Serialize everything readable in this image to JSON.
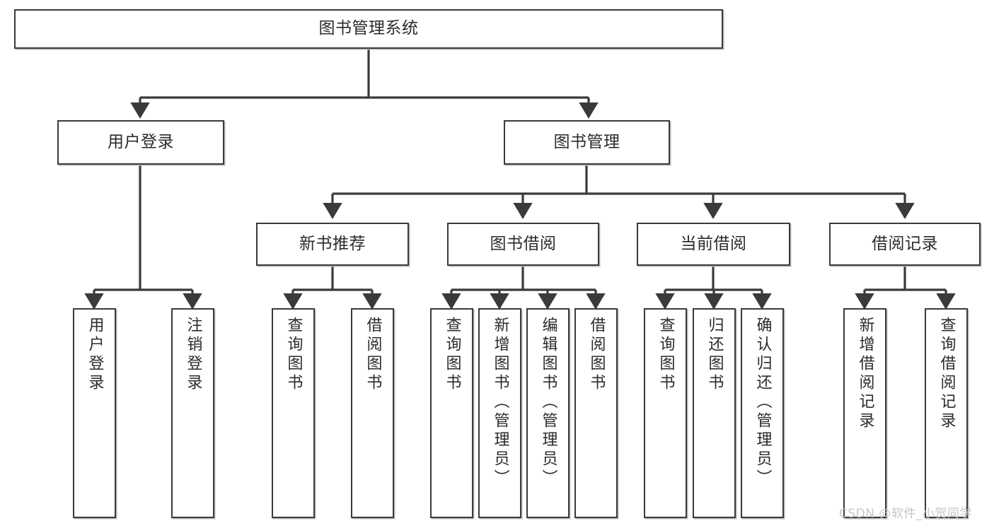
{
  "diagram": {
    "type": "tree-hierarchy",
    "title": "图书管理系统",
    "watermark": "CSDN @软件_小贺同学",
    "colors": {
      "box_border": "#3a3a3a",
      "box_fill": "#ffffff",
      "connector": "#3a3a3a",
      "text": "#2b2b2b",
      "watermark": "#c6c6c6",
      "background": "#ffffff"
    },
    "levels": [
      {
        "level": 1,
        "nodes": [
          {
            "id": "root",
            "label": "图书管理系统",
            "orientation": "horizontal"
          }
        ]
      },
      {
        "level": 2,
        "nodes": [
          {
            "id": "n-user-login",
            "label": "用户登录",
            "orientation": "horizontal",
            "parent": "root"
          },
          {
            "id": "n-book-mgmt",
            "label": "图书管理",
            "orientation": "horizontal",
            "parent": "root"
          }
        ]
      },
      {
        "level": 3,
        "nodes": [
          {
            "id": "n-new-book-rec",
            "label": "新书推荐",
            "orientation": "horizontal",
            "parent": "n-book-mgmt"
          },
          {
            "id": "n-book-borrow",
            "label": "图书借阅",
            "orientation": "horizontal",
            "parent": "n-book-mgmt"
          },
          {
            "id": "n-current-borrow",
            "label": "当前借阅",
            "orientation": "horizontal",
            "parent": "n-book-mgmt"
          },
          {
            "id": "n-borrow-record",
            "label": "借阅记录",
            "orientation": "horizontal",
            "parent": "n-book-mgmt"
          }
        ]
      },
      {
        "level": 4,
        "nodes": [
          {
            "id": "leaf-1",
            "label": "用户登录",
            "orientation": "vertical",
            "parent": "n-user-login"
          },
          {
            "id": "leaf-2",
            "label": "注销登录",
            "orientation": "vertical",
            "parent": "n-user-login"
          },
          {
            "id": "leaf-3",
            "label": "查询图书",
            "orientation": "vertical",
            "parent": "n-new-book-rec"
          },
          {
            "id": "leaf-4",
            "label": "借阅图书",
            "orientation": "vertical",
            "parent": "n-new-book-rec"
          },
          {
            "id": "leaf-5",
            "label": "查询图书",
            "orientation": "vertical",
            "parent": "n-book-borrow"
          },
          {
            "id": "leaf-6",
            "label": "新增图书（管理员）",
            "orientation": "vertical",
            "parent": "n-book-borrow"
          },
          {
            "id": "leaf-7",
            "label": "编辑图书（管理员）",
            "orientation": "vertical",
            "parent": "n-book-borrow"
          },
          {
            "id": "leaf-8",
            "label": "借阅图书",
            "orientation": "vertical",
            "parent": "n-book-borrow"
          },
          {
            "id": "leaf-9",
            "label": "查询图书",
            "orientation": "vertical",
            "parent": "n-current-borrow"
          },
          {
            "id": "leaf-10",
            "label": "归还图书",
            "orientation": "vertical",
            "parent": "n-current-borrow"
          },
          {
            "id": "leaf-11",
            "label": "确认归还（管理员）",
            "orientation": "vertical",
            "parent": "n-current-borrow"
          },
          {
            "id": "leaf-12",
            "label": "新增借阅记录",
            "orientation": "vertical",
            "parent": "n-borrow-record"
          },
          {
            "id": "leaf-13",
            "label": "查询借阅记录",
            "orientation": "vertical",
            "parent": "n-borrow-record"
          }
        ]
      }
    ]
  }
}
